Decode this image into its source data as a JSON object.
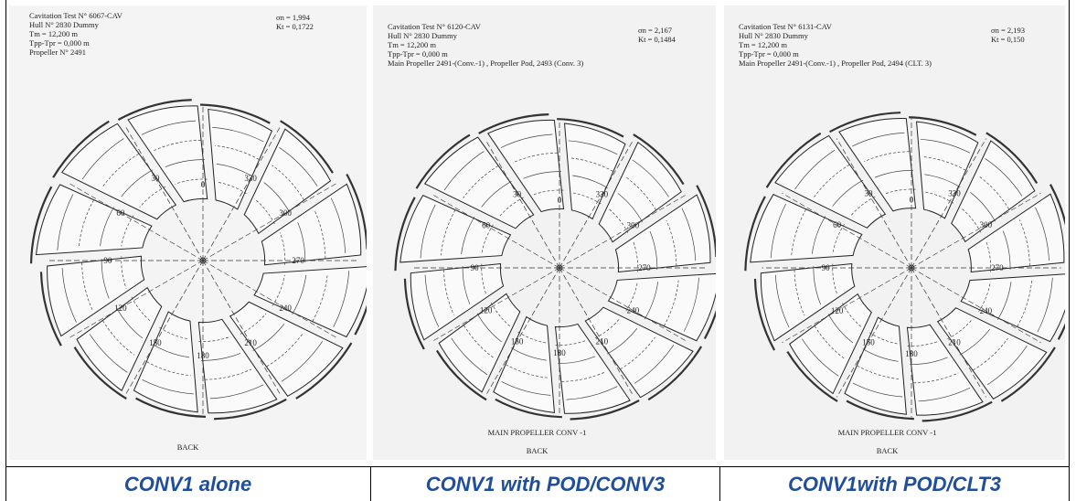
{
  "panels": [
    {
      "test": "Cavitation Test N° 6067-CAV",
      "hull": "Hull  N° 2830 Dummy",
      "tm": "Tm = 12,200  m",
      "tpp": "Tpp-Tpr = 0,000  m",
      "propeller": "Propeller N° 2491",
      "sigma": "σn =   1,994",
      "kt": "Kt  =  0,1722",
      "angles": [
        "0",
        "30",
        "60",
        "90",
        "120",
        "150",
        "180",
        "210",
        "240",
        "270",
        "300",
        "330"
      ],
      "main_label": "",
      "back": "BACK",
      "caption": "CONV1 alone"
    },
    {
      "test": "Cavitation Test N° 6120-CAV",
      "hull": "Hull  N° 2830 Dummy",
      "tm": "Tm = 12,200  m",
      "tpp": "Tpp-Tpr = 0,000 m",
      "propeller": "Main Propeller 2491-(Conv.-1) , Propeller Pod, 2493 (Conv. 3)",
      "sigma": "σn =  2,167",
      "kt": "Kt  =  0,1484",
      "angles": [
        "0",
        "30",
        "60",
        "90",
        "120",
        "150",
        "180",
        "210",
        "240",
        "270",
        "300",
        "330"
      ],
      "main_label": "MAIN PROPELLER CONV -1",
      "back": "BACK",
      "caption": "CONV1 with POD/CONV3"
    },
    {
      "test": "Cavitation Test N° 6131-CAV",
      "hull": "Hull  N° 2830 Dummy",
      "tm": "Tm = 12,200  m",
      "tpp": "Tpp-Tpr = 0,000 m",
      "propeller": "Main Propeller 2491-(Conv.-1) , Propeller Pod, 2494 (CLT. 3)",
      "sigma": "σn =  2,193",
      "kt": "Kt  =  0,150",
      "angles": [
        "0",
        "30",
        "60",
        "90",
        "120",
        "150",
        "180",
        "210",
        "240",
        "270",
        "300",
        "330"
      ],
      "main_label": "MAIN PROPELLER CONV -1",
      "back": "BACK",
      "caption": "CONV1with POD/CLT3"
    }
  ]
}
